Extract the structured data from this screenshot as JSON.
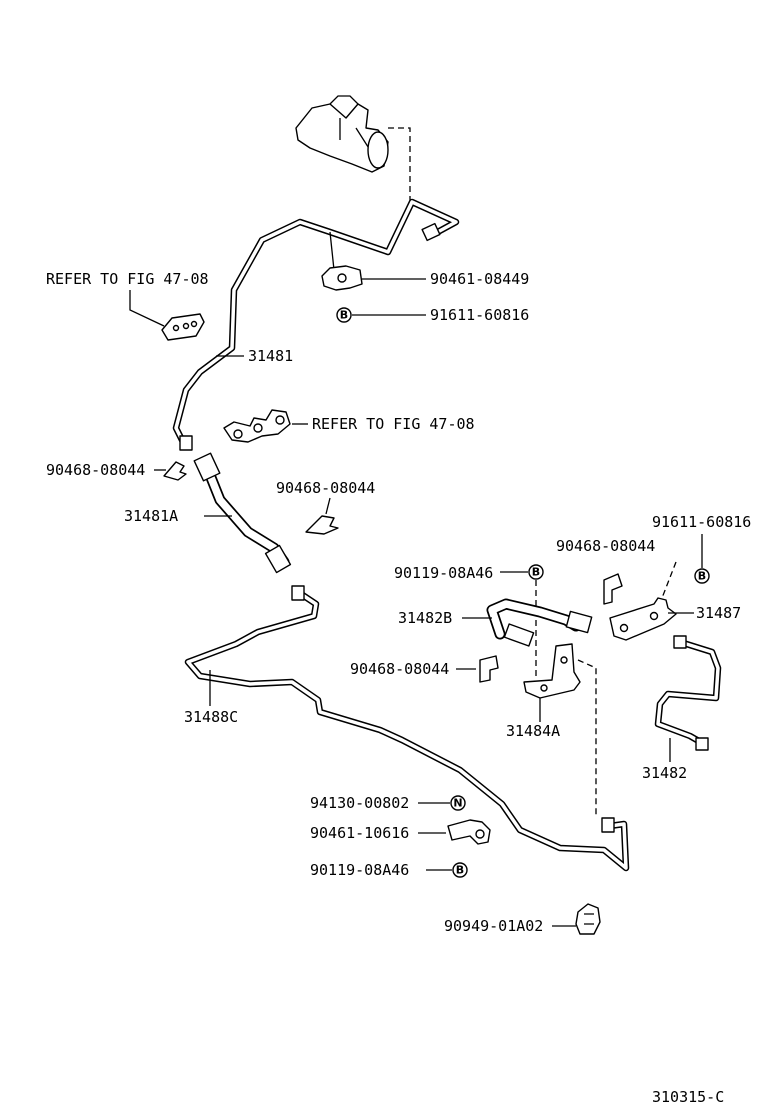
{
  "callouts": {
    "refer_top": "REFER TO FIG 47-08",
    "refer_mid": "REFER TO FIG 47-08",
    "p_90461_08449": "90461-08449",
    "p_91611_60816_a": "91611-60816",
    "p_31481": "31481",
    "p_90468_08044_a": "90468-08044",
    "p_90468_08044_b": "90468-08044",
    "p_31481A": "31481A",
    "p_91611_60816_b": "91611-60816",
    "p_90468_08044_c": "90468-08044",
    "p_90119_08A46_a": "90119-08A46",
    "p_31487": "31487",
    "p_31482B": "31482B",
    "p_90468_08044_d": "90468-08044",
    "p_31484A": "31484A",
    "p_31488C": "31488C",
    "p_31482": "31482",
    "p_94130_00802": "94130-00802",
    "p_90461_10616": "90461-10616",
    "p_90119_08A46_b": "90119-08A46",
    "p_90949_01A02": "90949-01A02"
  },
  "markers": {
    "b": "B",
    "n": "N"
  },
  "figure_code": "310315-C"
}
